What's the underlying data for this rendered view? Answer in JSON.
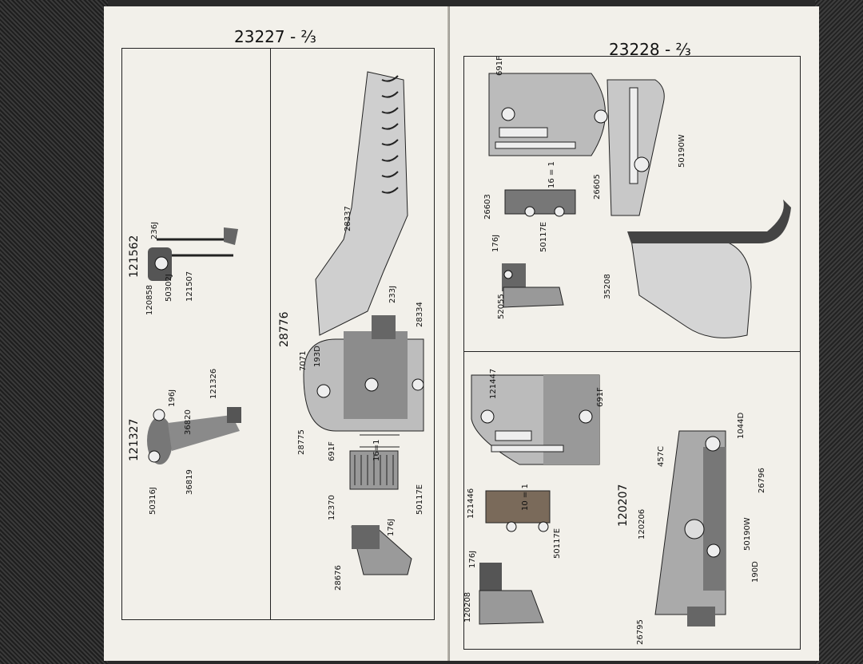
{
  "left_page": {
    "title": "23227 - ⅔",
    "groups": {
      "g121562": "121562",
      "g121327": "121327",
      "g28776": "28776"
    },
    "parts": {
      "p236J": "236J",
      "p120858": "120858",
      "p50302J": "50302J",
      "p121507": "121507",
      "p196J": "196J",
      "p121326": "121326",
      "p36820": "36820",
      "p50316J": "50316J",
      "p36819": "36819",
      "p28337": "28337",
      "p233J": "233J",
      "p28334": "28334",
      "p7071": "7071",
      "p193D": "193D",
      "p28775": "28775",
      "p691F": "691F",
      "p16eq1": "16=1",
      "p12370": "12370",
      "p50117E": "50117E",
      "p176J": "176J",
      "p28676": "28676"
    }
  },
  "right_page": {
    "title": "23228 - ⅔",
    "groups": {
      "g120207": "120207"
    },
    "parts": {
      "p691F_a": "691F",
      "p26603": "26603",
      "p16eq1": "16 = 1",
      "p26605": "26605",
      "p50190W_a": "50190W",
      "p176J_a": "176J",
      "p50117E_a": "50117E",
      "p52055": "52055",
      "p35208": "35208",
      "p121447": "121447",
      "p691F_b": "691F",
      "p121446": "121446",
      "p10eq1": "10 = 1",
      "p50117E_b": "50117E",
      "p176J_b": "176J",
      "p120208": "120208",
      "p457C": "457C",
      "p1044D": "1044D",
      "p26796": "26796",
      "p120206": "120206",
      "p50190W_b": "50190W",
      "p190D": "190D",
      "p26795": "26795"
    }
  }
}
